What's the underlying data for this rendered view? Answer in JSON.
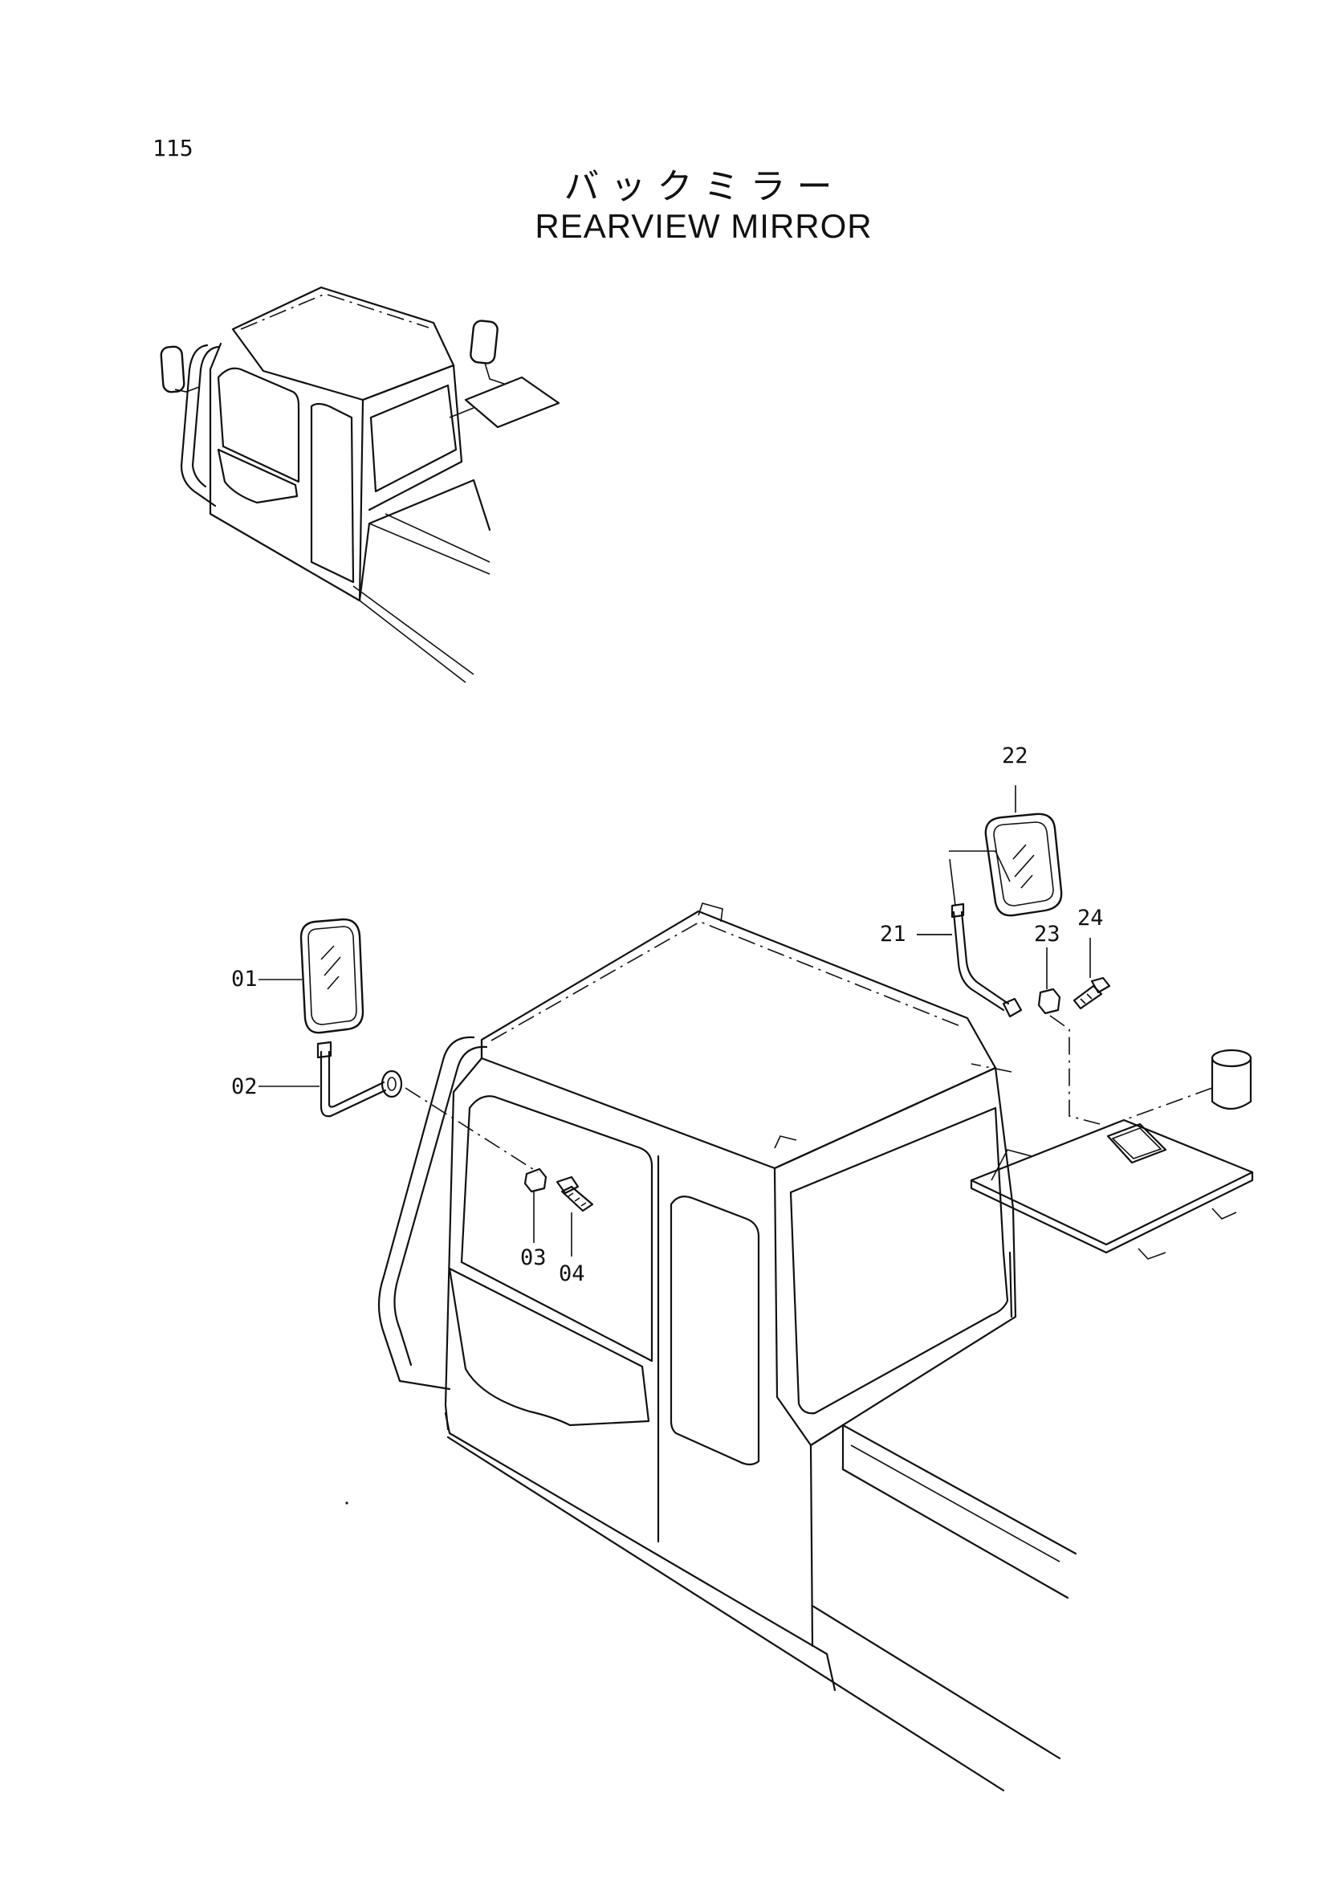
{
  "header": {
    "page_number": "115",
    "title_jp": "バックミラー",
    "title_en": "REARVIEW MIRROR"
  },
  "callouts": {
    "c01": "01",
    "c02": "02",
    "c03": "03",
    "c04": "04",
    "c21": "21",
    "c22": "22",
    "c23": "23",
    "c24": "24"
  }
}
